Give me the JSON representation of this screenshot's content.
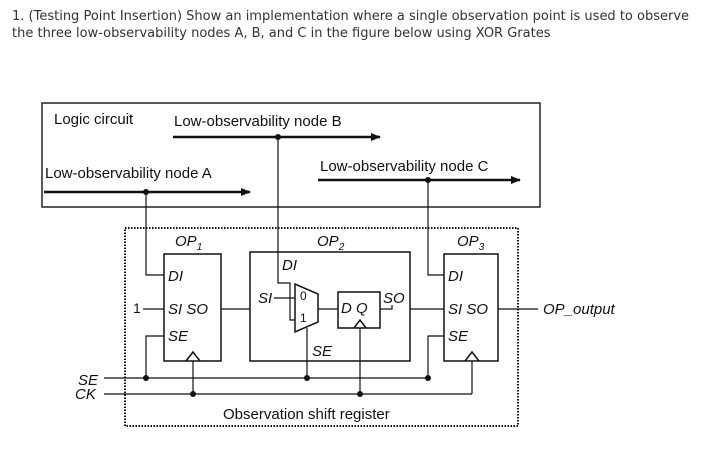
{
  "question": {
    "text": "1. (Testing Point Insertion) Show an implementation where a single observation point is used to observe the three low-observability nodes A, B, and C in the figure below using XOR Grates"
  },
  "diagram": {
    "logic_circuit": "Logic circuit",
    "node_a": "Low-observability node A",
    "node_b": "Low-observability node B",
    "node_c": "Low-observability node C",
    "op1": {
      "base": "OP",
      "sub": "1"
    },
    "op2": {
      "base": "OP",
      "sub": "2"
    },
    "op3": {
      "base": "OP",
      "sub": "3"
    },
    "di": "DI",
    "si": "SI",
    "so": "SO",
    "se": "SE",
    "si_so": "SI SO",
    "mux_0": "0",
    "mux_1": "1",
    "d_q": "D Q",
    "input_one": "1",
    "se_pin": "SE",
    "ck_pin": "CK",
    "op_output": "OP_output",
    "shift_register": "Observation shift register"
  }
}
